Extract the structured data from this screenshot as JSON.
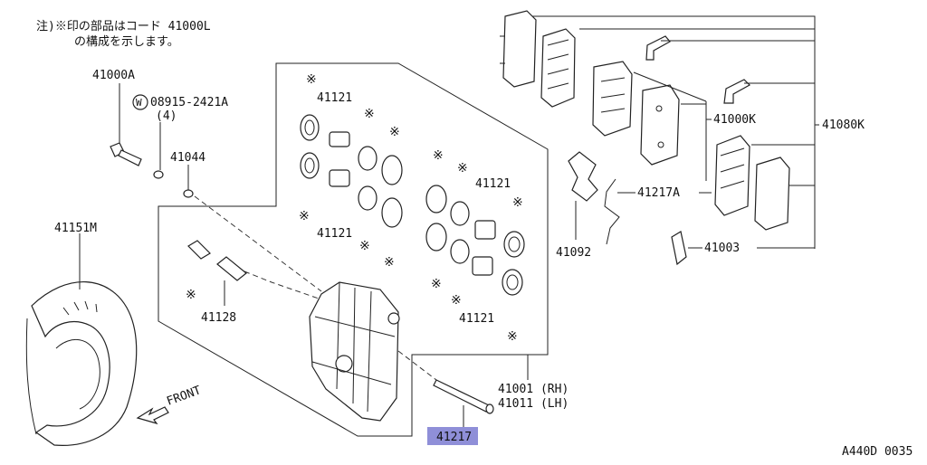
{
  "note": {
    "line1": "注)※印の部品はコード 41000L",
    "line2": "の構成を示します。"
  },
  "labels": {
    "p41000A": "41000A",
    "p08915": "08915-2421A",
    "p08915_qty": "(4)",
    "p41044": "41044",
    "p41151M": "41151M",
    "p41128": "41128",
    "p41121_top": "41121",
    "p41121_left": "41121",
    "p41121_right": "41121",
    "p41121_bottom": "41121",
    "p41092": "41092",
    "p41217A": "41217A",
    "p41000K": "41000K",
    "p41080K": "41080K",
    "p41003": "41003",
    "p41001": "41001 (RH)",
    "p41011": "41011 (LH)",
    "p41217": "41217",
    "front": "FRONT",
    "washer_symbol": "W"
  },
  "footer": {
    "code": "A440D 0035"
  },
  "colors": {
    "highlight": "#8f8fd8"
  }
}
